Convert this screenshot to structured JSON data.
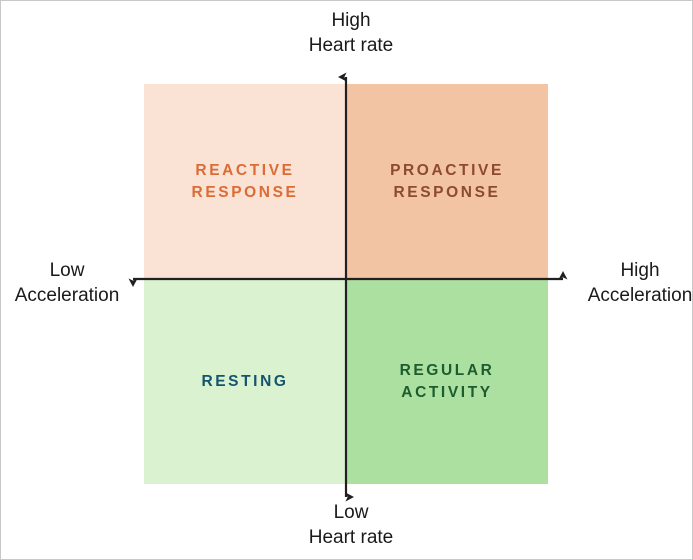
{
  "diagram": {
    "type": "2x2-quadrant-matrix",
    "axes": {
      "vertical": {
        "name": "Heart rate",
        "top_label": "High\nHeart rate",
        "bottom_label": "Low\nHeart rate",
        "top_value": "High",
        "bottom_value": "Low"
      },
      "horizontal": {
        "name": "Acceleration",
        "left_label": "Low\nAcceleration",
        "right_label": "High\nAcceleration",
        "left_value": "Low",
        "right_value": "High"
      },
      "line_color": "#231f20"
    },
    "quadrants": [
      {
        "id": "top-left",
        "label": "REACTIVE\nRESPONSE",
        "heart_rate": "High",
        "acceleration": "Low",
        "fill": "#FAE2D5",
        "text_color": "#DC6B34"
      },
      {
        "id": "top-right",
        "label": "PROACTIVE\nRESPONSE",
        "heart_rate": "High",
        "acceleration": "High",
        "fill": "#F2C4A3",
        "text_color": "#8C4A2F"
      },
      {
        "id": "bottom-left",
        "label": "RESTING",
        "heart_rate": "Low",
        "acceleration": "Low",
        "fill": "#DAF2D0",
        "text_color": "#14546E"
      },
      {
        "id": "bottom-right",
        "label": "REGULAR\nACTIVITY",
        "heart_rate": "Low",
        "acceleration": "High",
        "fill": "#ACE0A0",
        "text_color": "#1C5C2E"
      }
    ]
  }
}
